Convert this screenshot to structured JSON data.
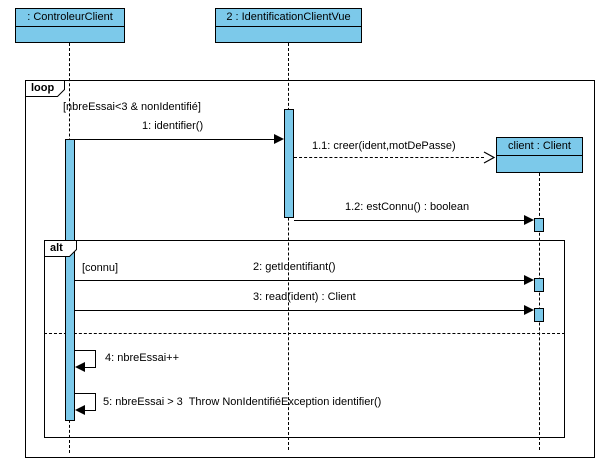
{
  "diagram": {
    "kind": "uml-sequence-diagram",
    "colors": {
      "object_fill": "#7CC9EA",
      "border": "#000000",
      "background": "#FFFFFF"
    },
    "objects": {
      "controleur": {
        "label": ": ControleurClient"
      },
      "vue": {
        "label": "2 : IdentificationClientVue"
      },
      "client": {
        "label": "client : Client"
      }
    },
    "fragments": {
      "loop": {
        "operator": "loop",
        "guard": "[nbreEssai<3 & nonIdentifié]"
      },
      "alt": {
        "operator": "alt",
        "guard": "[connu]"
      }
    },
    "messages": {
      "m1": {
        "label": "1: identifier()"
      },
      "m1_1": {
        "label": "1.1: creer(ident,motDePasse)"
      },
      "m1_2": {
        "label": "1.2: estConnu() : boolean"
      },
      "m2": {
        "label": "2: getIdentifiant()"
      },
      "m3": {
        "label": "3: read(ident) : Client"
      },
      "m4": {
        "label": "4: nbreEssai++"
      },
      "m5": {
        "label": "5: nbreEssai > 3  Throw NonIdentifiéException identifier()"
      }
    }
  }
}
